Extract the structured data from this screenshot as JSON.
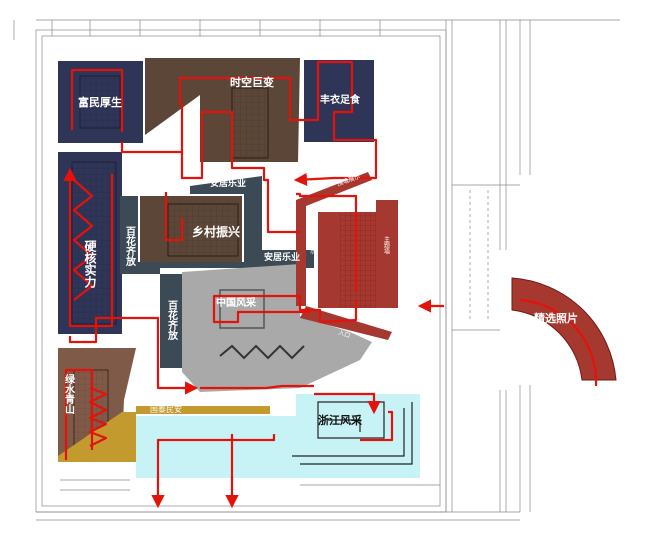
{
  "zones": {
    "fumin": "富民厚生",
    "shikong": "时空巨变",
    "fengyi": "丰衣足食",
    "yinghe": "硬核实力",
    "baihua_1": "百花齐放",
    "anju_1": "安居乐业",
    "xiangcun": "乡村振兴",
    "anju_2": "安居乐业",
    "baihua_2": "百花齐放",
    "zhongguo": "中国风采",
    "lvshui": "绿水青山",
    "guotai": "国泰民安",
    "zhejiang": "浙江风采",
    "jingxuan": "精选照片",
    "wall_a": "围墙展示",
    "wall_b": "围墙展示",
    "zhuti": "主题墙",
    "rukou": "入口"
  },
  "colors": {
    "navy": "#2f3557",
    "brown": "#5b4638",
    "darkgray": "#3e4747",
    "slate": "#3b4a55",
    "gray": "#a9a9a9",
    "tan": "#7f5a48",
    "gold": "#c39a2d",
    "cyan": "#c7f2f6",
    "red": "#e3120b",
    "brick": "#a5382f"
  }
}
